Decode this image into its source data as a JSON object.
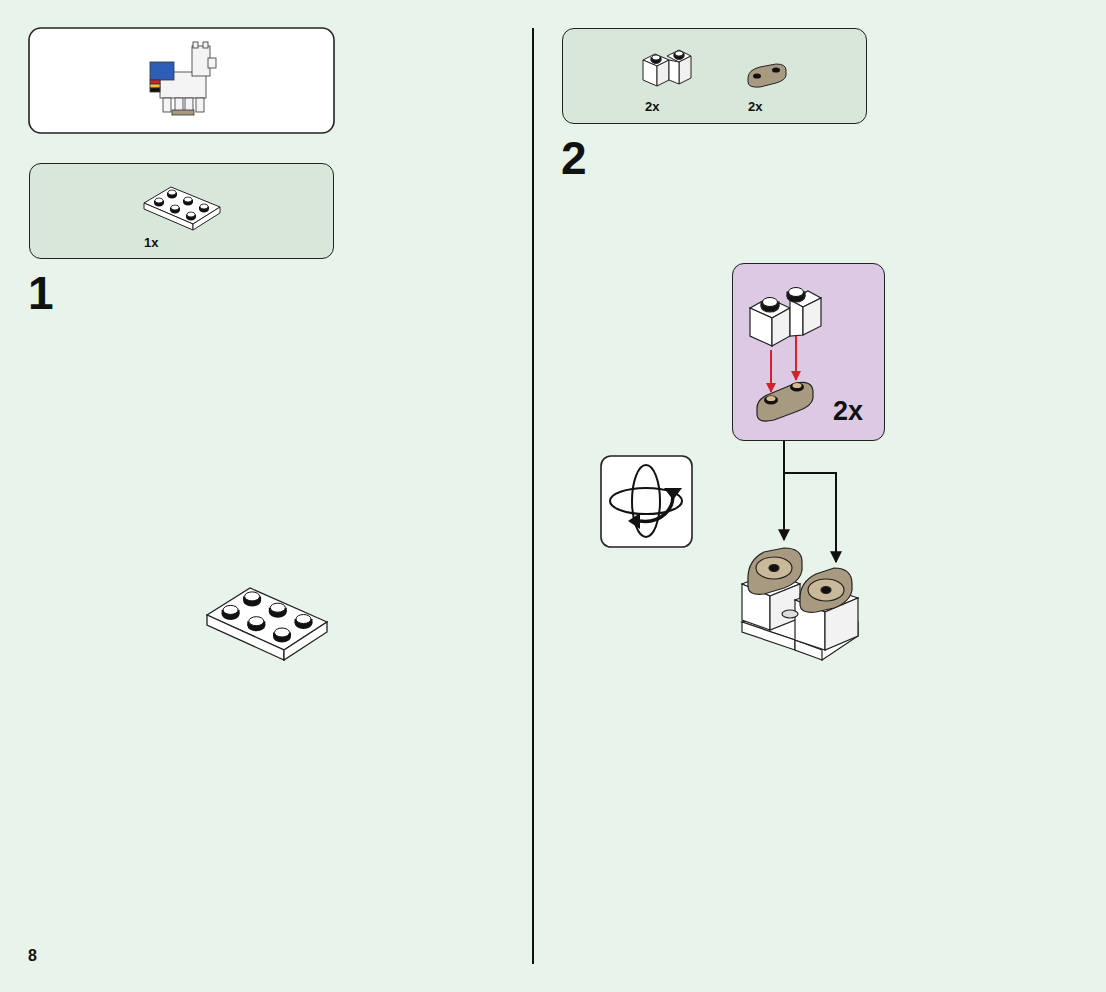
{
  "diagram": {
    "nodes": [
      {
        "text": [
          "1x"
        ]
      },
      {
        "text": [
          "2x",
          "2x"
        ]
      },
      {
        "text": [
          "2x"
        ]
      }
    ],
    "labels": [
      "1",
      "2",
      "8"
    ]
  }
}
